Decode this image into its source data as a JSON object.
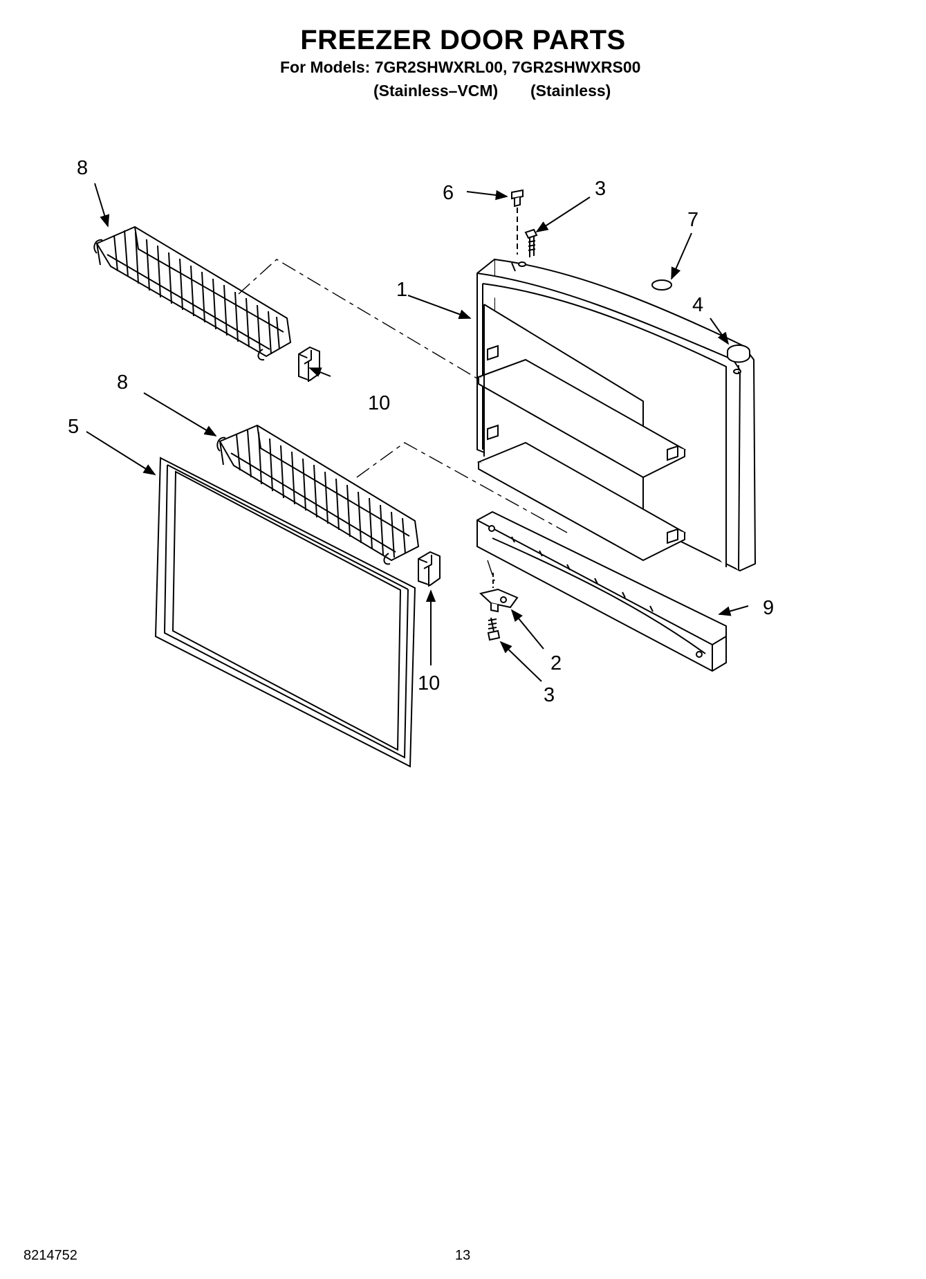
{
  "header": {
    "title": "FREEZER DOOR PARTS",
    "models_line": "For Models: 7GR2SHWXRL00, 7GR2SHWXRS00",
    "variant_1": "(Stainless–VCM)",
    "variant_2": "(Stainless)"
  },
  "callouts": {
    "c1": "1",
    "c2": "2",
    "c3a": "3",
    "c3b": "3",
    "c4": "4",
    "c5": "5",
    "c6": "6",
    "c7": "7",
    "c8a": "8",
    "c8b": "8",
    "c9": "9",
    "c10a": "10",
    "c10b": "10"
  },
  "footer": {
    "doc_number": "8214752",
    "page_number": "13"
  }
}
